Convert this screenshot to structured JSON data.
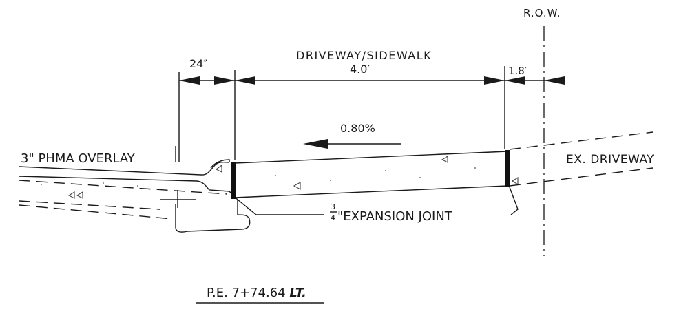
{
  "labels": {
    "row": "R.O.W.",
    "dim_24": "24″",
    "section_title": "DRIVEWAY/SIDEWALK",
    "dim_4": "4.0′",
    "dim_18": "1.8′",
    "slope": "0.80%",
    "overlay": "3\" PHMA OVERLAY",
    "ex_driveway": "EX. DRIVEWAY",
    "joint_num": "3",
    "joint_den": "4",
    "joint_text": "\"EXPANSION JOINT",
    "station": "P.E. 7+74.64",
    "station_side": "LT."
  },
  "colors": {
    "ink": "#1a1a1a",
    "joint": "#111111",
    "paper": "#ffffff"
  }
}
